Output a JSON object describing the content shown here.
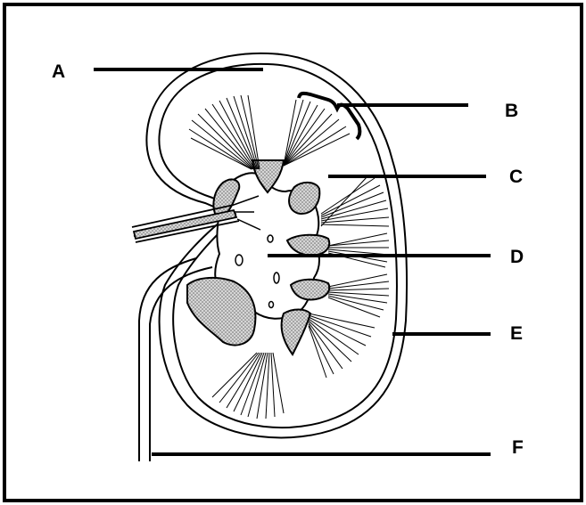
{
  "labels": {
    "a": "A",
    "b": "B",
    "c": "C",
    "d": "D",
    "e": "E",
    "f": "F"
  },
  "colors": {
    "ink": "#000000",
    "pyramid_fill": "#b8b8b8",
    "background": "#ffffff"
  }
}
